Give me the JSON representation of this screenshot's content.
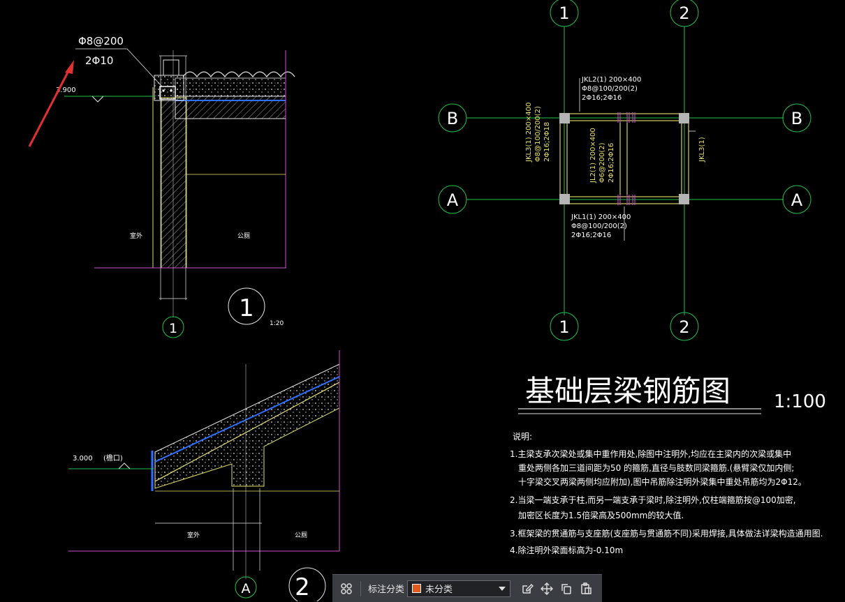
{
  "plan": {
    "axis_top_1": "1",
    "axis_top_2": "2",
    "axis_bottom_1": "1",
    "axis_bottom_2": "2",
    "axis_left_B": "B",
    "axis_right_B": "B",
    "axis_left_A": "A",
    "axis_right_A": "A",
    "jkl2_line1": "JKL2(1) 200×400",
    "jkl2_line2": "Φ8@100/200(2)",
    "jkl2_line3": "2Φ16;2Φ16",
    "jkl1_line1": "JKL1(1) 200×400",
    "jkl1_line2": "Φ8@100/200(2)",
    "jkl1_line3": "2Φ16;2Φ16",
    "jkl3_left_line1": "JKL3(1) 200×400",
    "jkl3_left_line2": "Φ8@100/200(2)",
    "jkl3_left_line3": "2Φ16;2Φ18",
    "jl2_line1": "JL2(1) 200×400",
    "jl2_line2": "Φ6@200(2)",
    "jl2_line3": "2Φ16;2Φ16",
    "jkl3_right": "JKL3(1)"
  },
  "title": {
    "main": "基础层梁钢筋图",
    "scale": "1:100"
  },
  "notes": {
    "heading": "说明:",
    "n1a": "1.主梁支承次梁处或集中重作用处,除图中注明外,均应在主梁内的次梁或集中",
    "n1b": "重处两侧各加三道间距为50 的箍筋,直径与肢数同梁箍筋.(悬臂梁仅加内侧;",
    "n1c": "十字梁交叉两梁两侧均应附加),图中吊筋除注明外梁集中重处吊筋均为2Φ12。",
    "n2a": "2.当梁一端支承于柱,而另一端支承于梁时,除注明外,仅柱端箍筋按@100加密,",
    "n2b": "加密区长度为1.5倍梁高及500mm的较大值.",
    "n3": "3.框架梁的贯通筋与支座筋(支座筋与贯通筋不同)采用焊接,具体做法详梁构造通用图.",
    "n4": "4.除注明外梁面标高为-0.10m"
  },
  "detail1": {
    "rebar1": "Φ8@200",
    "rebar2": "2Φ10",
    "elev": "3.900",
    "label_out": "室外",
    "label_in": "公厕",
    "detail_no": "1",
    "scale": "1:20",
    "axis": "1"
  },
  "detail2": {
    "elev": "3.000",
    "elev_note": "(檐口)",
    "label_out": "室外",
    "label_in": "公厕",
    "detail_no": "2",
    "axis": "A"
  },
  "toolbar": {
    "label": "标注分类",
    "selected": "未分类"
  }
}
